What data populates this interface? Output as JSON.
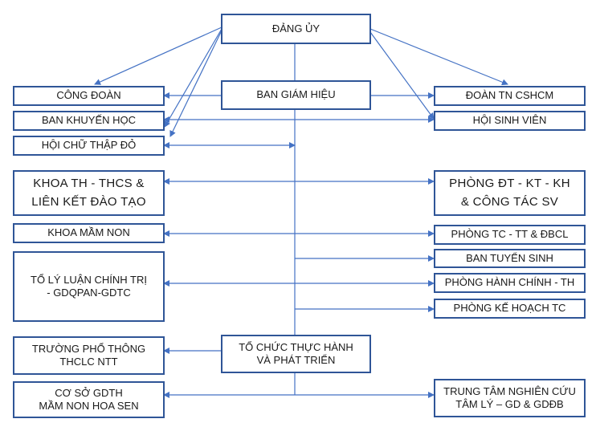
{
  "colors": {
    "border": "#2f5597",
    "line": "#4472c4"
  },
  "nodes": {
    "dang_uy": "ĐẢNG ỦY",
    "ban_giam_hieu": "BAN GIÁM HIỆU",
    "cong_doan": "CÔNG ĐOÀN",
    "ban_khuyen_hoc": "BAN KHUYẾN HỌC",
    "hoi_chu_thap_do": "HỘI CHỮ THẬP ĐỎ",
    "khoa_th_thcs": "KHOA TH - THCS &\nLIÊN KẾT ĐÀO TẠO",
    "khoa_mam_non": "KHOA MẦM NON",
    "to_ly_luan": "TỔ LÝ LUẬN CHÍNH TRỊ\n- GDQPAN-GDTC",
    "truong_pho_thong": "TRƯỜNG PHỔ THÔNG\nTHCLC NTT",
    "co_so_gdth": "CƠ SỞ GDTH\nMẦM NON HOA SEN",
    "to_chuc_thuc_hanh": "TỔ CHỨC THỰC HÀNH\nVÀ PHÁT TRIỂN",
    "doan_tn": "ĐOÀN TN CSHCM",
    "hoi_sinh_vien": "HỘI SINH VIÊN",
    "phong_dt": "PHÒNG ĐT - KT - KH\n& CÔNG TÁC SV",
    "phong_tc": "PHÒNG TC - TT & ĐBCL",
    "ban_tuyen_sinh": "BAN TUYỂN SINH",
    "phong_hanh_chinh": "PHÒNG HÀNH CHÍNH - TH",
    "phong_ke_hoach": "PHÒNG KẾ HOẠCH TC",
    "trung_tam": "TRUNG TÂM NGHIÊN CỨU\nTÂM LÝ – GD & GDĐB"
  }
}
